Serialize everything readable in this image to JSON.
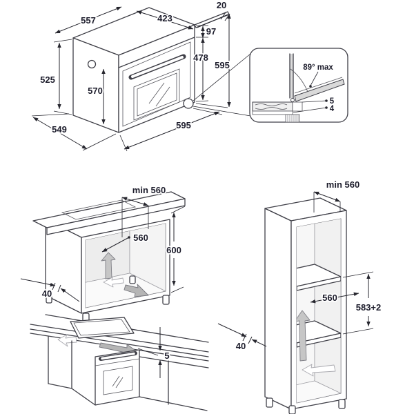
{
  "colors": {
    "background": "#ffffff",
    "line_art": "#3f3f47",
    "dimension_line": "#26262e",
    "dimension_text": "#1d1d2c",
    "airflow_arrow_gray": "#c6c6c6",
    "interior_panel_gray": "#ececec"
  },
  "oven_view": {
    "top_width": "557",
    "top_depth": "423",
    "trim_gap": "20",
    "panel_height": "97",
    "door_height": "478",
    "total_height": "595",
    "side_height": "525",
    "side_front_height": "570",
    "bottom_depth": "549",
    "front_width": "595"
  },
  "door_detail": {
    "max_angle": "89° max",
    "gap_top": "5",
    "gap_bottom": "4"
  },
  "base_cabinet_view": {
    "min_depth": "min 560",
    "niche_width": "560",
    "niche_height": "600",
    "rear_gap": "40"
  },
  "worktop_view": {
    "worktop_gap": "5"
  },
  "tall_cabinet_view": {
    "min_depth": "min 560",
    "niche_width": "560",
    "niche_height": "583+2",
    "rear_gap": "40"
  }
}
